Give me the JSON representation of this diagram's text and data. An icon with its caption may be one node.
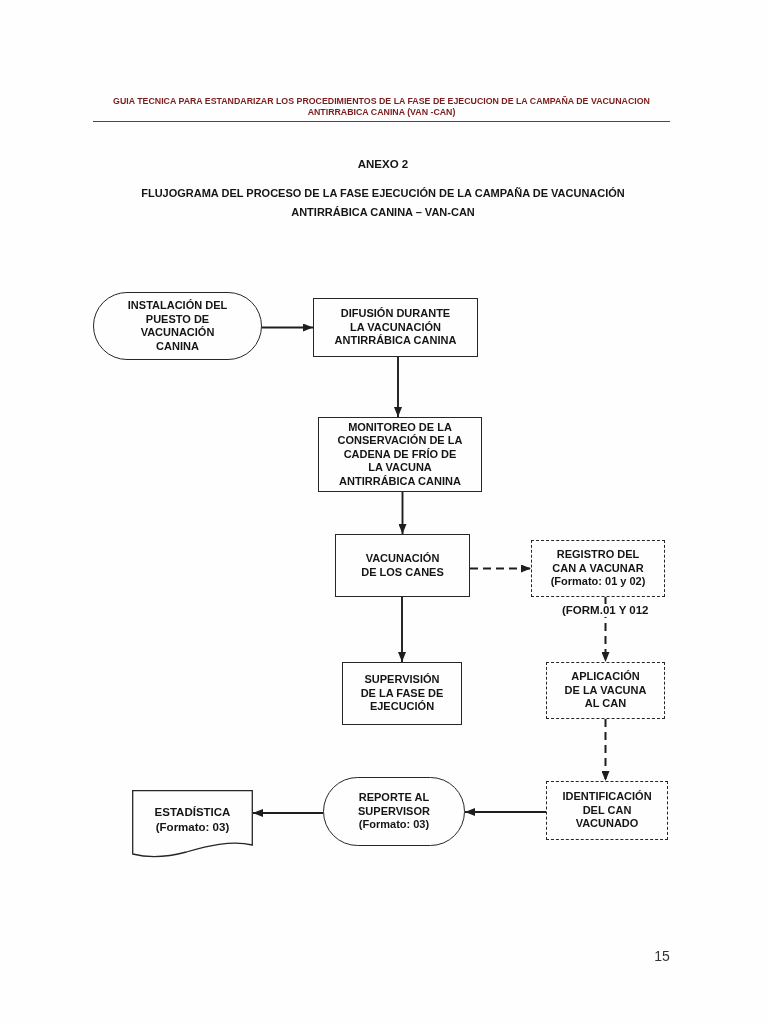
{
  "diagram": {
    "title": "FLUJOGRAMA DEL PROCESO DE LA FASE EJECUCIÓN DE LA CAMPAÑA DE VACUNACIÓN ANTIRRÁBICA CANINA – VAN-CAN",
    "nodes": [
      {
        "text": [
          "INSTALACIÓN DEL PUESTO DE VACUNACIÓN CANINA"
        ]
      },
      {
        "text": [
          "DIFUSIÓN DURANTE LA VACUNACIÓN ANTIRRÁBICA CANINA"
        ]
      },
      {
        "text": [
          "MONITOREO DE LA CONSERVACIÓN DE LA CADENA DE FRÍO DE LA VACUNA ANTIRRÁBICA CANINA"
        ]
      },
      {
        "text": [
          "VACUNACIÓN DE LOS CANES"
        ]
      },
      {
        "text": [
          "REGISTRO DEL CAN A VACUNAR",
          "(Formato: 01 y 02)"
        ]
      },
      {
        "text": [
          "SUPERVISIÓN DE LA FASE DE EJECUCIÓN"
        ]
      },
      {
        "text": [
          "APLICACIÓN DE LA VACUNA AL CAN"
        ]
      },
      {
        "text": [
          "ESTADÍSTICA",
          "(Formato: 03)"
        ]
      },
      {
        "text": [
          "REPORTE AL SUPERVISOR",
          "(Formato: 03)"
        ]
      },
      {
        "text": [
          "IDENTIFICACIÓN DEL CAN VACUNADO"
        ]
      }
    ],
    "edges": [
      {
        "from": 0,
        "to": 1,
        "arrow": "to"
      },
      {
        "from": 1,
        "to": 2,
        "arrow": "to"
      },
      {
        "from": 2,
        "to": 3,
        "arrow": "to"
      },
      {
        "from": 3,
        "to": 4,
        "arrow": "to",
        "style": "dashed"
      },
      {
        "from": 3,
        "to": 5,
        "arrow": "to"
      },
      {
        "from": 4,
        "to": 6,
        "arrow": "to",
        "style": "dashed",
        "label": "(FORM.01 Y 012"
      },
      {
        "from": 6,
        "to": 9,
        "arrow": "to",
        "style": "dashed"
      },
      {
        "from": 9,
        "to": 8,
        "arrow": "to"
      },
      {
        "from": 8,
        "to": 7,
        "arrow": "to"
      }
    ],
    "labels": [
      "GUIA TECNICA PARA ESTANDARIZAR LOS PROCEDIMIENTOS DE LA FASE DE EJECUCION DE LA CAMPAÑA DE VACUNACION ANTIRRABICA CANINA (VAN -CAN)",
      "ANEXO 2",
      "15"
    ]
  }
}
